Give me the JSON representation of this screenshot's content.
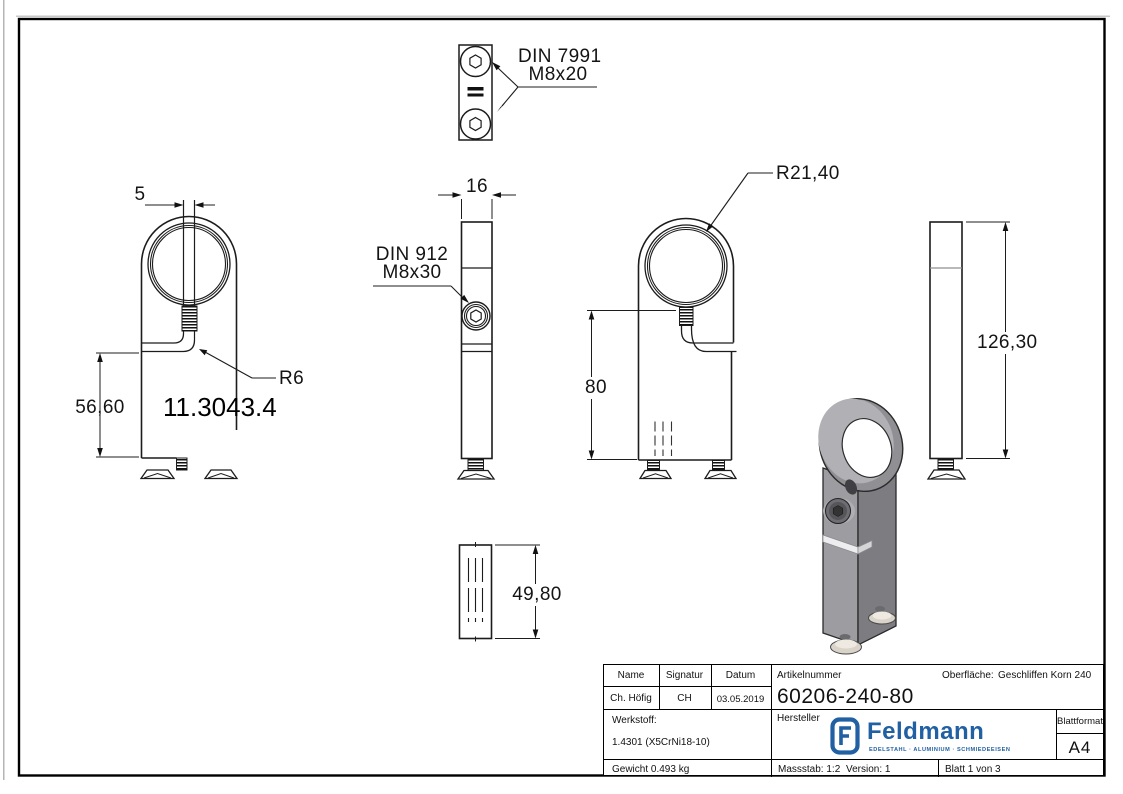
{
  "drawing": {
    "fastener_top": {
      "line1": "DIN 7991",
      "line2": "M8x20"
    },
    "fastener_front": {
      "line1": "DIN 912",
      "line2": "M8x30"
    },
    "dims": {
      "slot": "5",
      "height_left": "56,60",
      "fillet_radius": "R6",
      "width_front": "16",
      "ring_radius": "R21,40",
      "height_mid": "80",
      "height_right": "126,30",
      "length_bottom": "49,80"
    },
    "stamp": "11.3043.4"
  },
  "title_block": {
    "name_header": "Name",
    "signatur_header": "Signatur",
    "datum_header": "Datum",
    "name": "Ch. Höfig",
    "signatur": "CH",
    "datum": "03.05.2019",
    "artikelnummer_label": "Artikelnummer",
    "artikelnummer": "60206-240-80",
    "oberflaeche_label": "Oberfläche:",
    "oberflaeche_value": "Geschliffen Korn 240",
    "werkstoff_label": "Werkstoff:",
    "werkstoff_value": "1.4301 (X5CrNi18-10)",
    "hersteller_label": "Hersteller",
    "gewicht": "Gewicht 0.493 kg",
    "massstab": "Massstab: 1:2",
    "version": "Version: 1",
    "blatt": "Blatt 1 von 3",
    "blattformat_label": "Blattformat",
    "blattformat_value": "A4",
    "logo": {
      "wordmark": "Feldmann",
      "tagline": "EDELSTAHL · ALUMINIUM · SCHMIEDEEISEN",
      "color": "#2160a3"
    }
  }
}
